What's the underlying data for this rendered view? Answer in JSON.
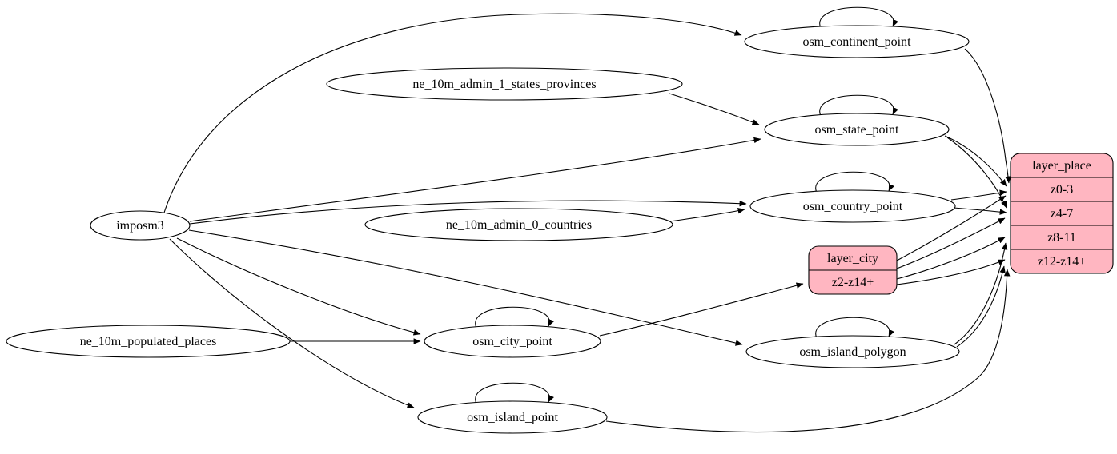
{
  "diagram": {
    "type": "graphviz-etl-flow",
    "nodes": {
      "imposm3": "imposm3",
      "ne_10m_admin_1_states_provinces": "ne_10m_admin_1_states_provinces",
      "ne_10m_admin_0_countries": "ne_10m_admin_0_countries",
      "ne_10m_populated_places": "ne_10m_populated_places",
      "osm_continent_point": "osm_continent_point",
      "osm_state_point": "osm_state_point",
      "osm_country_point": "osm_country_point",
      "osm_city_point": "osm_city_point",
      "osm_island_polygon": "osm_island_polygon",
      "osm_island_point": "osm_island_point"
    },
    "records": {
      "layer_place": {
        "title": "layer_place",
        "rows": [
          "z0-3",
          "z4-7",
          "z8-11",
          "z12-z14+"
        ]
      },
      "layer_city": {
        "title": "layer_city",
        "rows": [
          "z2-z14+"
        ]
      }
    },
    "colors": {
      "record_fill": "#ffb6c1",
      "node_fill": "#ffffff",
      "stroke": "#000000",
      "background": "#ffffff"
    },
    "edges": [
      {
        "from": "imposm3",
        "to": "osm_continent_point"
      },
      {
        "from": "imposm3",
        "to": "osm_state_point"
      },
      {
        "from": "imposm3",
        "to": "osm_country_point"
      },
      {
        "from": "imposm3",
        "to": "osm_city_point"
      },
      {
        "from": "imposm3",
        "to": "osm_island_polygon"
      },
      {
        "from": "imposm3",
        "to": "osm_island_point"
      },
      {
        "from": "ne_10m_admin_1_states_provinces",
        "to": "osm_state_point"
      },
      {
        "from": "ne_10m_admin_0_countries",
        "to": "osm_country_point"
      },
      {
        "from": "ne_10m_populated_places",
        "to": "osm_city_point"
      },
      {
        "from": "osm_continent_point",
        "to": "osm_continent_point"
      },
      {
        "from": "osm_state_point",
        "to": "osm_state_point"
      },
      {
        "from": "osm_country_point",
        "to": "osm_country_point"
      },
      {
        "from": "osm_city_point",
        "to": "osm_city_point"
      },
      {
        "from": "osm_island_polygon",
        "to": "osm_island_polygon"
      },
      {
        "from": "osm_island_point",
        "to": "osm_island_point"
      },
      {
        "from": "osm_city_point",
        "to": "layer_city:z2-z14+"
      },
      {
        "from": "osm_continent_point",
        "to": "layer_place:z0-3"
      },
      {
        "from": "osm_state_point",
        "to": "layer_place:z0-3"
      },
      {
        "from": "osm_state_point",
        "to": "layer_place:z4-7"
      },
      {
        "from": "osm_country_point",
        "to": "layer_place:z0-3"
      },
      {
        "from": "osm_country_point",
        "to": "layer_place:z4-7"
      },
      {
        "from": "layer_city",
        "to": "layer_place:z0-3"
      },
      {
        "from": "layer_city",
        "to": "layer_place:z4-7"
      },
      {
        "from": "layer_city",
        "to": "layer_place:z8-11"
      },
      {
        "from": "layer_city",
        "to": "layer_place:z12-z14+"
      },
      {
        "from": "osm_island_polygon",
        "to": "layer_place:z8-11"
      },
      {
        "from": "osm_island_polygon",
        "to": "layer_place:z12-z14+"
      },
      {
        "from": "osm_island_point",
        "to": "layer_place:z12-z14+"
      }
    ]
  }
}
